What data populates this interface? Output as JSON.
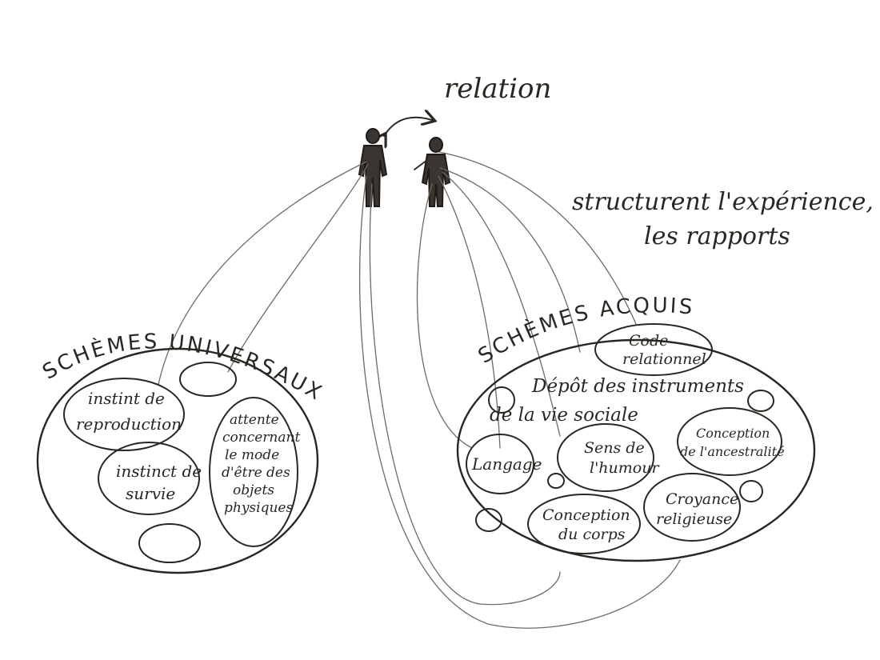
{
  "header": {
    "relation": "relation",
    "experience_line1": "structurent l'expérience,",
    "experience_line2": "les rapports"
  },
  "universal": {
    "title": "SCHÈMES UNIVERSAUX",
    "items": {
      "reproduction_line1": "instint de",
      "reproduction_line2": "reproduction",
      "survival_line1": "instinct de",
      "survival_line2": "survie",
      "expectation_lines": [
        "attente",
        "concernant",
        "le mode",
        "d'être des",
        "objets",
        "physiques"
      ]
    }
  },
  "acquired": {
    "title": "SCHÈMES ACQUIS",
    "caption_line1": "Dépôt des instruments",
    "caption_line2": "de la vie sociale",
    "items": {
      "code_line1": "Code",
      "code_line2": "relationnel",
      "langage": "Langage",
      "humour_line1": "Sens de",
      "humour_line2": "l'humour",
      "ancestral_line1": "Conception",
      "ancestral_line2": "de l'ancestralité",
      "body_line1": "Conception",
      "body_line2": "du corps",
      "religion_line1": "Croyance",
      "religion_line2": "religieuse"
    }
  }
}
